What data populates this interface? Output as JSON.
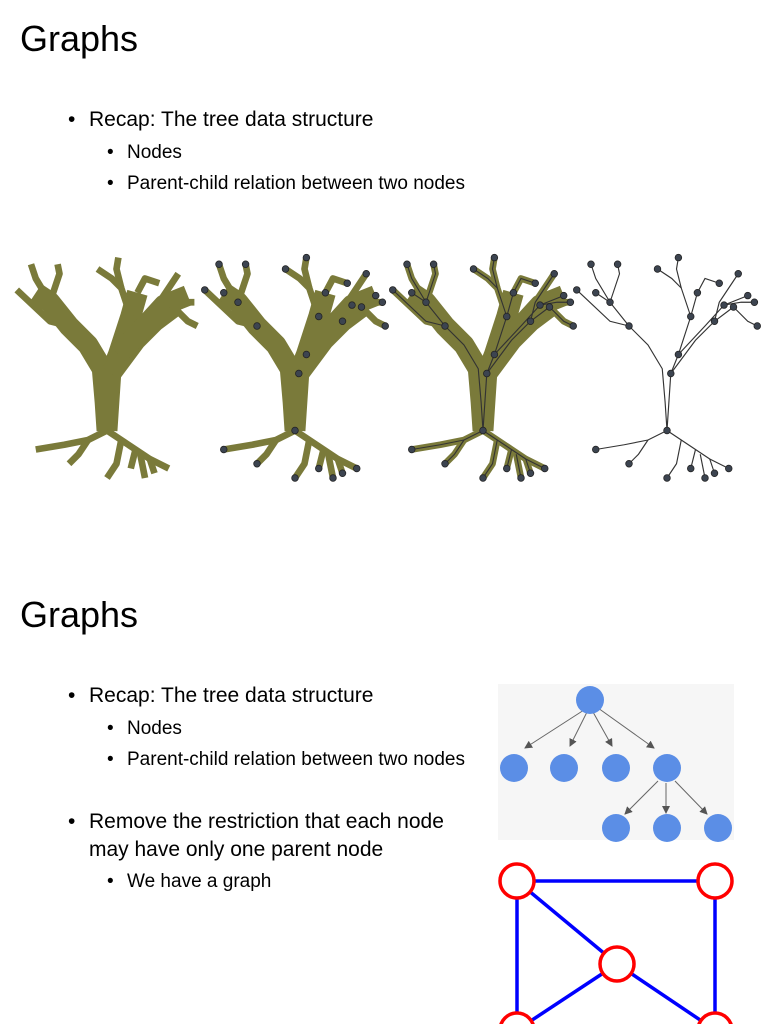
{
  "slide1": {
    "title": "Graphs",
    "bullets": [
      {
        "level": 1,
        "text": "Recap: The tree data structure"
      },
      {
        "level": 2,
        "text": "Nodes"
      },
      {
        "level": 2,
        "text": "Parent-child relation between two nodes"
      }
    ],
    "figure": {
      "branch_color": "#7a7a3a",
      "node_color": "#3c4450"
    }
  },
  "slide2": {
    "title": "Graphs",
    "bullets": [
      {
        "level": 1,
        "text": "Recap: The tree data structure"
      },
      {
        "level": 2,
        "text": "Nodes"
      },
      {
        "level": 2,
        "text": "Parent-child relation between two nodes"
      },
      {
        "level": 1,
        "text": "Remove the restriction that each node may have only one parent node"
      },
      {
        "level": 2,
        "text": "We have a graph"
      }
    ],
    "tree_diagram": {
      "node_color": "#5b8ee6"
    },
    "graph_diagram": {
      "node_stroke": "#ff0000",
      "edge_color": "#0000ff"
    }
  }
}
